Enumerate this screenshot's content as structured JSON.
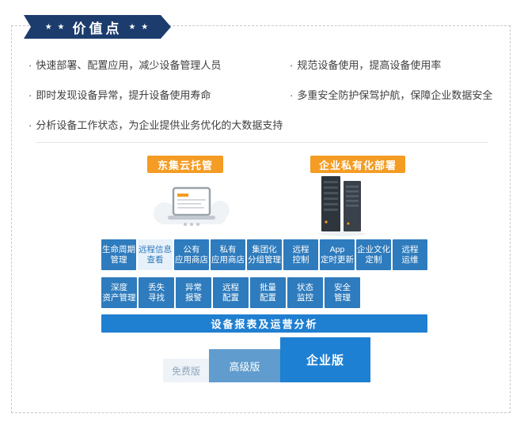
{
  "ribbon": {
    "stars_left": "★ ★",
    "title": "价值点",
    "stars_right": "★ ★"
  },
  "bullets": {
    "marker": "·",
    "left": [
      "快速部署、配置应用，减少设备管理人员",
      "即时发现设备异常，提升设备使用寿命",
      "分析设备工作状态，为企业提供业务优化的大数据支持"
    ],
    "right": [
      "规范设备使用，提高设备使用率",
      "多重安全防护保驾护航，保障企业数据安全"
    ]
  },
  "deployment": {
    "cloud": "东集云托管",
    "private": "企业私有化部署"
  },
  "features": {
    "row1": [
      {
        "l1": "生命周期",
        "l2": "管理"
      },
      {
        "l1": "远程信息",
        "l2": "查看"
      },
      {
        "l1": "公有",
        "l2": "应用商店"
      },
      {
        "l1": "私有",
        "l2": "应用商店"
      },
      {
        "l1": "集团化",
        "l2": "分组管理"
      },
      {
        "l1": "远程",
        "l2": "控制"
      },
      {
        "l1": "App",
        "l2": "定时更新"
      },
      {
        "l1": "企业文化",
        "l2": "定制"
      },
      {
        "l1": "远程",
        "l2": "运维"
      }
    ],
    "row2": [
      {
        "l1": "深度",
        "l2": "资产管理"
      },
      {
        "l1": "丢失",
        "l2": "寻找"
      },
      {
        "l1": "异常",
        "l2": "报警"
      },
      {
        "l1": "远程",
        "l2": "配置"
      },
      {
        "l1": "批量",
        "l2": "配置"
      },
      {
        "l1": "状态",
        "l2": "监控"
      },
      {
        "l1": "安全",
        "l2": "管理"
      }
    ]
  },
  "report_bar": "设备报表及运营分析",
  "tiers": [
    {
      "label": "免费版"
    },
    {
      "label": "高级版"
    },
    {
      "label": "企业版"
    }
  ],
  "colors": {
    "ribbon_bg": "#1c3c6d",
    "badge_orange": "#f49c23",
    "tile_blue": "#2e7bbd",
    "tile_light_bg": "#e7f1fa",
    "tile_light_text": "#2e7bbd",
    "bar_blue": "#1f7fd0",
    "tier_free_bg": "#eef3f8",
    "tier_free_text": "#8fa7bd",
    "tier_advanced_bg": "#609cce",
    "tier_enterprise_bg": "#1e80d2"
  }
}
